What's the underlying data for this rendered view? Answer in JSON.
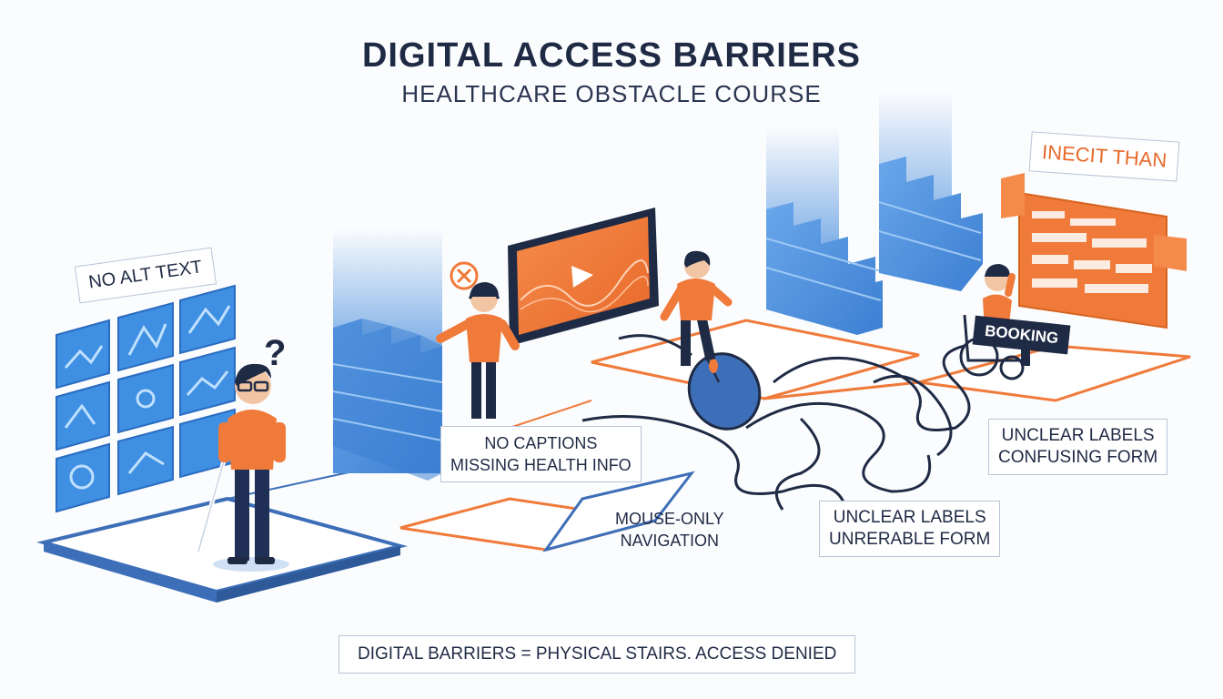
{
  "header": {
    "title": "DIGITAL ACCESS BARRIERS",
    "subtitle": "HEALTHCARE OBSTACLE COURSE"
  },
  "labels": {
    "no_alt_text": "NO ALT TEXT",
    "no_captions_line1": "NO CAPTIONS",
    "no_captions_line2": "MISSING HEALTH INFO",
    "mouse_only_line1": "MOUSE-ONLY",
    "mouse_only_line2": "NAVIGATION",
    "unclear_a_line1": "UNCLEAR LABELS",
    "unclear_a_line2": "UNRERABLE FORM",
    "unclear_b_line1": "UNCLEAR LABELS",
    "unclear_b_line2": "CONFUSING FORM",
    "incit_than": "INECIT THAN",
    "booking": "BOOKING",
    "question_mark": "?"
  },
  "footer": {
    "caption": "DIGITAL BARRIERS = PHYSICAL STAIRS. ACCESS DENIED"
  },
  "colors": {
    "navy": "#1f2a44",
    "orange": "#f07a3a",
    "blue": "#3b7fd4",
    "light_blue": "#a9cdf2",
    "path_blue": "#3d6fb8"
  }
}
